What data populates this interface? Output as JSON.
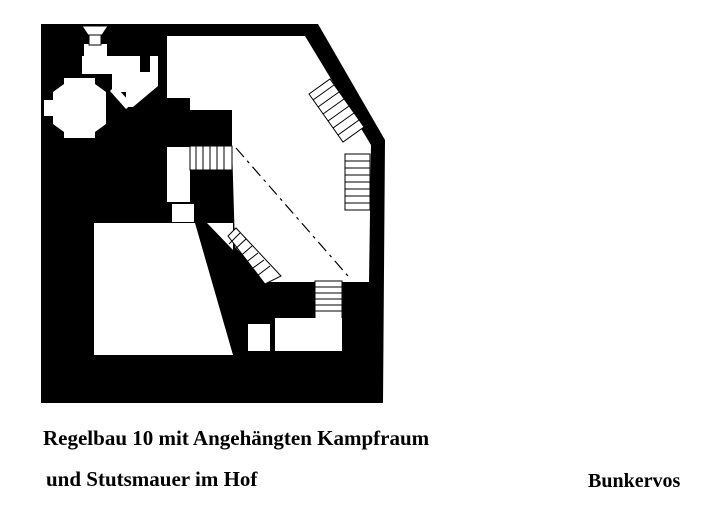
{
  "caption": {
    "line1": "Regelbau 10 mit Angehängten Kampfraum",
    "line2": "und Stutsmauer im Hof"
  },
  "credit": "Bunkervos",
  "colors": {
    "wall": "#000000",
    "room": "#ffffff",
    "stair_line": "#000000",
    "background": "#ffffff"
  }
}
